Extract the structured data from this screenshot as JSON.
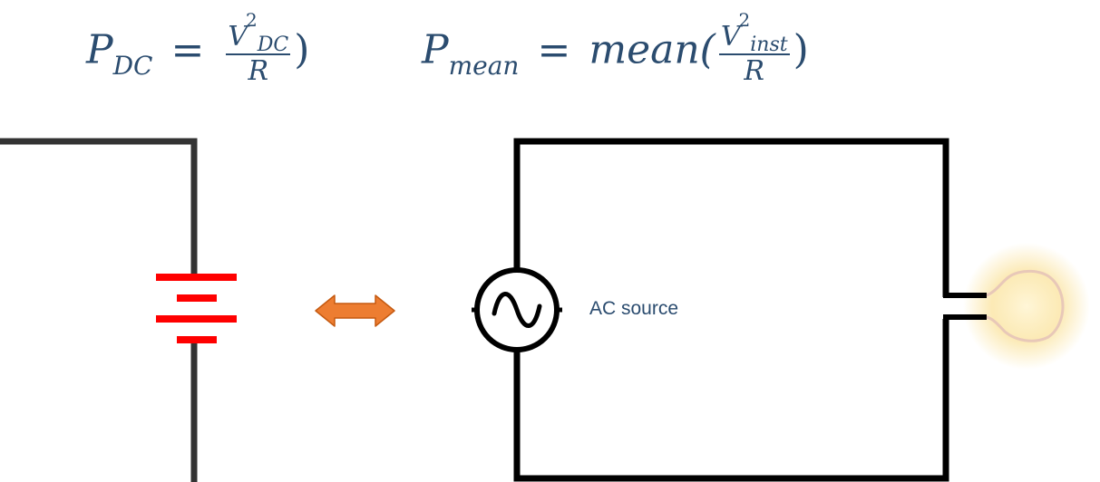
{
  "equations": {
    "dc": {
      "lhs": "P",
      "lhs_sub": "DC",
      "equals": "=",
      "num_var": "V",
      "num_sup": "2",
      "num_sub": "DC",
      "den": "R",
      "close": ")"
    },
    "mean": {
      "lhs": "P",
      "lhs_sub": "mean",
      "equals": "=",
      "func": "mean(",
      "num_var": "V",
      "num_sup": "2",
      "num_sub": "inst",
      "den": "R",
      "close": ")"
    }
  },
  "labels": {
    "ac_source": "AC source"
  },
  "colors": {
    "equation_text": "#2b4c6f",
    "battery": "#ff0000",
    "arrow_fill": "#ed7d31",
    "arrow_stroke": "#c55a11",
    "wire_dc": "#333333",
    "wire_ac": "#000000",
    "bulb_glow": "#fbe6a8",
    "bulb_outline": "#e8c8b8"
  },
  "icons": {
    "battery": "battery-icon",
    "arrow": "double-arrow-icon",
    "ac_source": "ac-source-icon",
    "bulb": "light-bulb-icon"
  }
}
